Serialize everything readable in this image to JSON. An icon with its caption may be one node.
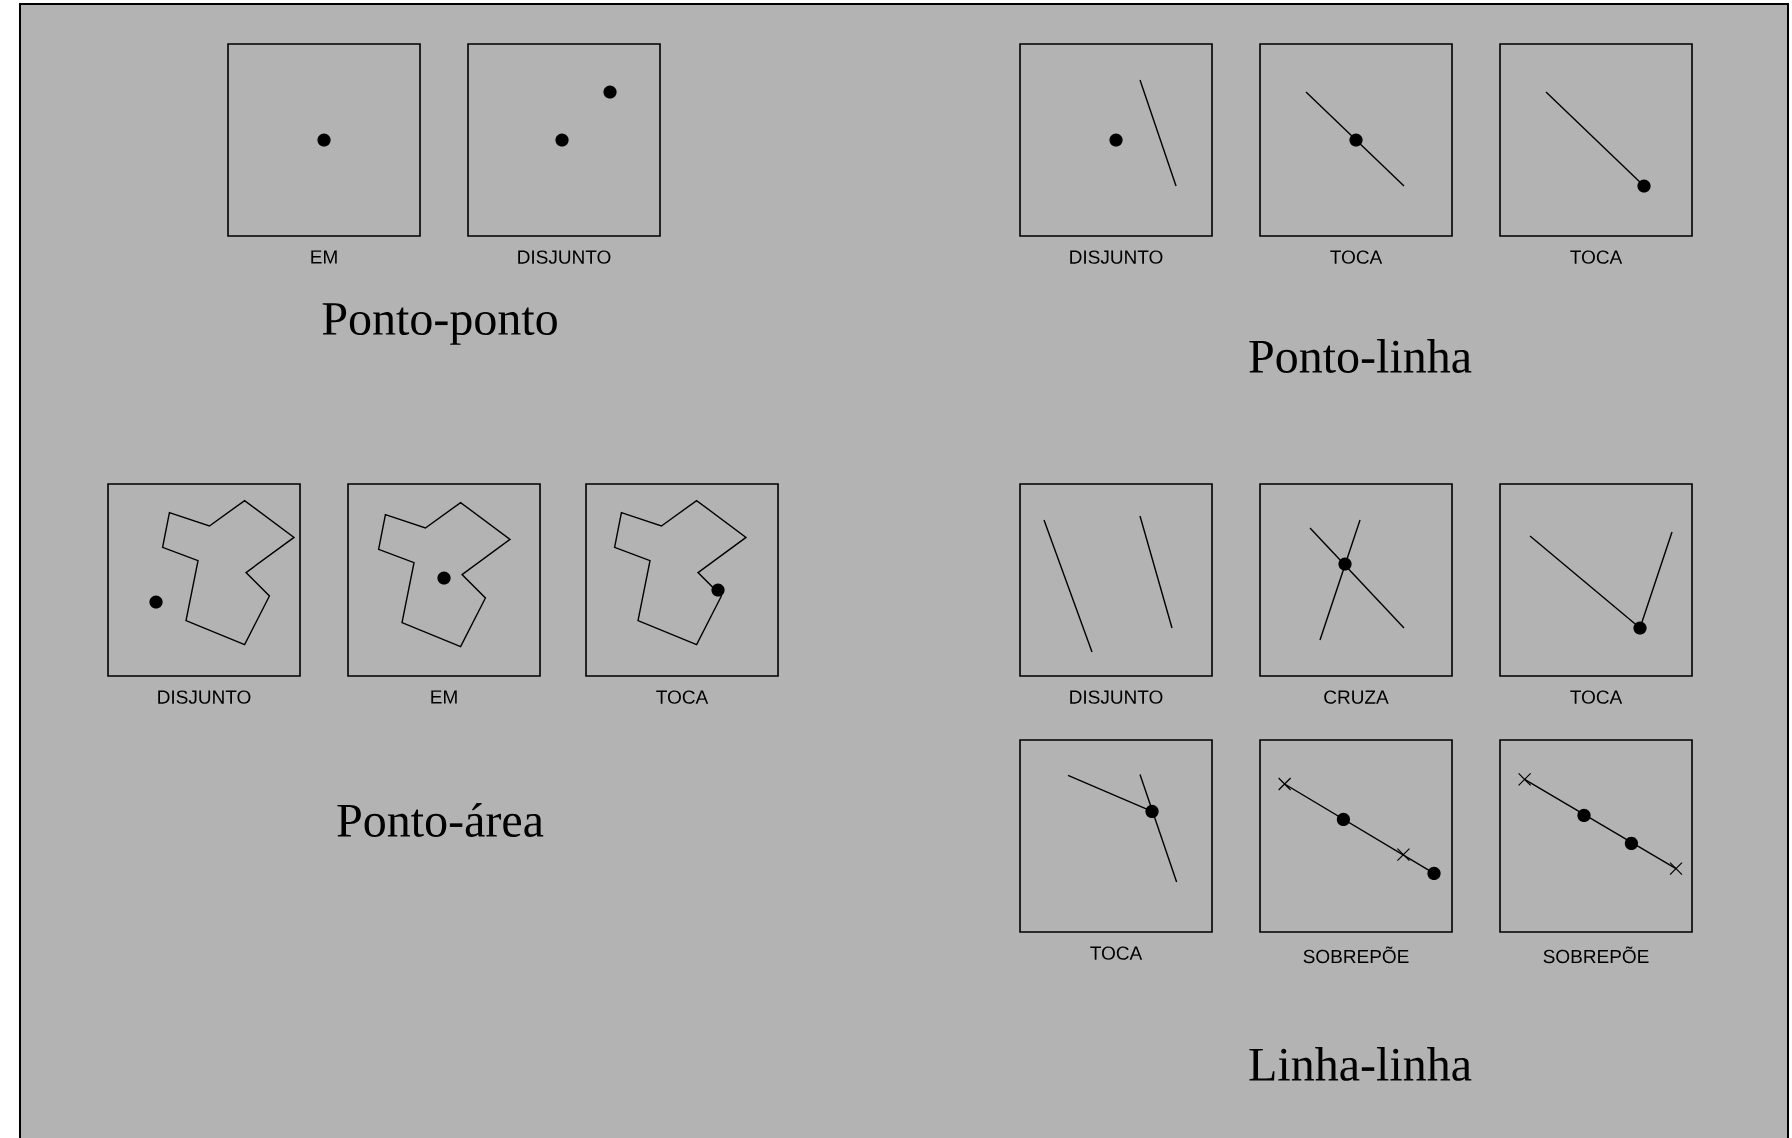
{
  "diagram": {
    "nodes": [
      {
        "text": [
          "EM"
        ]
      },
      {
        "text": [
          "DISJUNTO"
        ]
      },
      {
        "text": [
          "DISJUNTO"
        ]
      },
      {
        "text": [
          "TOCA"
        ]
      },
      {
        "text": [
          "TOCA"
        ]
      },
      {
        "text": [
          "DISJUNTO"
        ]
      },
      {
        "text": [
          "EM"
        ]
      },
      {
        "text": [
          "TOCA"
        ]
      },
      {
        "text": [
          "DISJUNTO"
        ]
      },
      {
        "text": [
          "CRUZA"
        ]
      },
      {
        "text": [
          "TOCA"
        ]
      },
      {
        "text": [
          "TOCA"
        ]
      },
      {
        "text": [
          "SOBREPÕE"
        ]
      },
      {
        "text": [
          "SOBREPÕE"
        ]
      }
    ],
    "labels": [
      "Ponto-ponto",
      "Ponto-linha",
      "Ponto-área",
      "Linha-linha"
    ]
  }
}
